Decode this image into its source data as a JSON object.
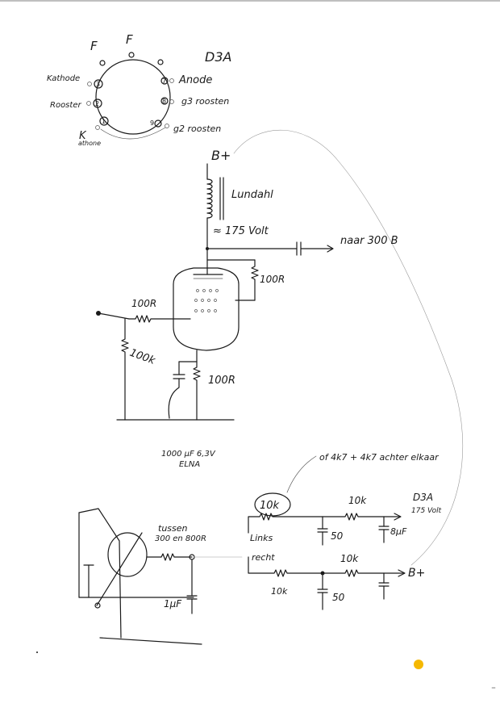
{
  "tube_base": {
    "title": "D3A",
    "pin_top_left": "F",
    "pin_top": "F",
    "labels": {
      "kathode_left": "Kathode",
      "rooster": "Rooster",
      "kathode_bottom_k": "K",
      "kathode_bottom": "athone",
      "anode": "Anode",
      "g3": "g3 roosten",
      "g2": "g2 roosten"
    },
    "pins": {
      "k_left": "3",
      "rooster": "2",
      "k_bottom": "1",
      "anode": "7",
      "g3": "8",
      "g2": "9"
    }
  },
  "amplifier": {
    "b_plus": "B+",
    "choke": "Lundahl",
    "anode_voltage": "≈ 175 Volt",
    "output_to": "naar 300 B",
    "g2_resistor": "100R",
    "grid_stopper": "100R",
    "grid_leak": "100k",
    "cathode_resistor": "100R",
    "cathode_cap_line1": "1000 μF 6,3V",
    "cathode_cap_line2": "ELNA"
  },
  "power_supply": {
    "note": "of 4k7 + 4k7 achter elkaar",
    "circled_resistor": "10k",
    "rail_resistor_top": "10k",
    "to_d3a_line1": "D3A",
    "to_d3a_line2": "175 Volt",
    "cap_top_1": "50",
    "cap_top_2": "8μF",
    "links": "Links",
    "rechts": "recht",
    "resistor_bottom_1": "10k",
    "resistor_bottom_2": "10k",
    "cap_bottom": "50",
    "b_plus": "B+",
    "between": "tussen",
    "between_values": "300 en 800R",
    "cap_1uf": "1μF"
  },
  "colors": {
    "ink": "#1a1a1a",
    "highlight_dot": "#f5b800"
  }
}
